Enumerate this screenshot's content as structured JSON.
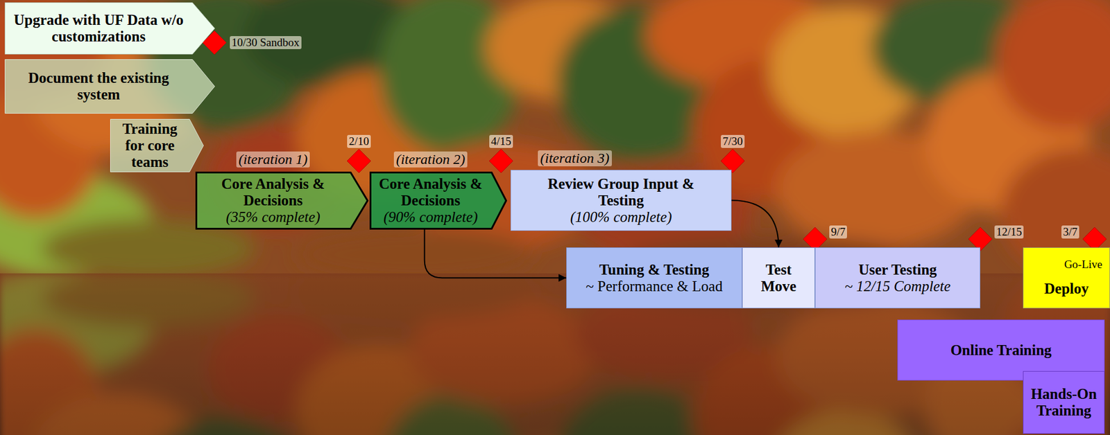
{
  "diagram": {
    "nodes": [
      {
        "text": [
          "Upgrade with UF Data w/o customizations"
        ]
      },
      {
        "text": [
          "Document the existing system"
        ]
      },
      {
        "text": [
          "Training for core teams"
        ]
      },
      {
        "text": [
          "(iteration 1)",
          "Core Analysis & Decisions",
          "(35% complete)"
        ]
      },
      {
        "text": [
          "(iteration 2)",
          "Core Analysis & Decisions",
          "(90% complete)"
        ]
      },
      {
        "text": [
          "(iteration 3)",
          "Review Group Input & Testing",
          "(100% complete)"
        ]
      },
      {
        "text": [
          "Tuning & Testing",
          "~ Performance & Load"
        ]
      },
      {
        "text": [
          "Test Move"
        ]
      },
      {
        "text": [
          "User Testing",
          "~ 12/15 Complete"
        ]
      },
      {
        "text": [
          "Deploy"
        ]
      },
      {
        "text": [
          "Online Training"
        ]
      },
      {
        "text": [
          "Hands-On Training"
        ]
      }
    ],
    "edges": [
      {
        "from": 4,
        "to": 6,
        "arrow": "to"
      },
      {
        "from": 5,
        "to": 7,
        "arrow": "to"
      }
    ],
    "labels": [
      "10/30 Sandbox",
      "2/10",
      "4/15",
      "7/30",
      "9/7",
      "12/15",
      "3/7",
      "Go-Live"
    ]
  }
}
